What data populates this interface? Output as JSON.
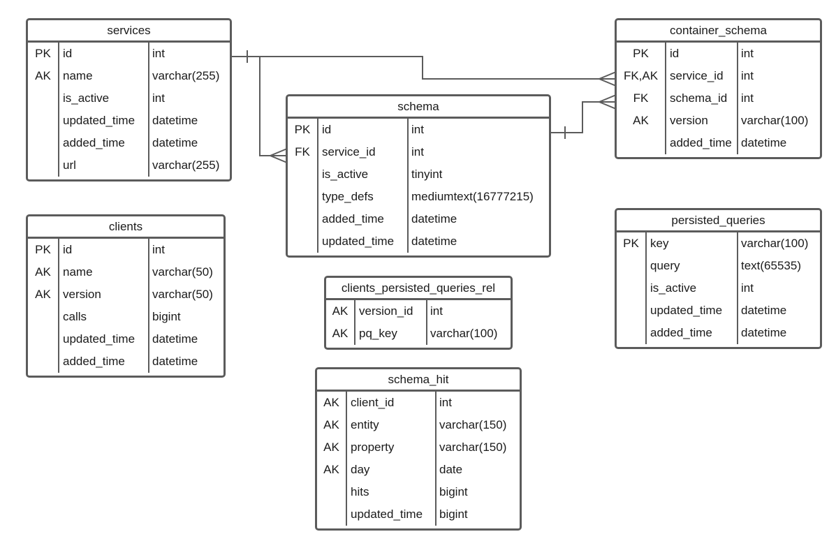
{
  "entities": [
    {
      "id": "services",
      "title": "services",
      "rows": [
        {
          "key": "PK",
          "name": "id",
          "type": "int"
        },
        {
          "key": "AK",
          "name": "name",
          "type": "varchar(255)"
        },
        {
          "key": "",
          "name": "is_active",
          "type": "int"
        },
        {
          "key": "",
          "name": "updated_time",
          "type": "datetime"
        },
        {
          "key": "",
          "name": "added_time",
          "type": "datetime"
        },
        {
          "key": "",
          "name": "url",
          "type": "varchar(255)"
        }
      ]
    },
    {
      "id": "container_schema",
      "title": "container_schema",
      "rows": [
        {
          "key": "PK",
          "name": "id",
          "type": "int"
        },
        {
          "key": "FK,AK",
          "name": "service_id",
          "type": "int"
        },
        {
          "key": "FK",
          "name": "schema_id",
          "type": "int"
        },
        {
          "key": "AK",
          "name": "version",
          "type": "varchar(100)"
        },
        {
          "key": "",
          "name": "added_time",
          "type": "datetime"
        }
      ]
    },
    {
      "id": "schema",
      "title": "schema",
      "rows": [
        {
          "key": "PK",
          "name": "id",
          "type": "int"
        },
        {
          "key": "FK",
          "name": "service_id",
          "type": "int"
        },
        {
          "key": "",
          "name": "is_active",
          "type": "tinyint"
        },
        {
          "key": "",
          "name": "type_defs",
          "type": "mediumtext(16777215)"
        },
        {
          "key": "",
          "name": "added_time",
          "type": "datetime"
        },
        {
          "key": "",
          "name": "updated_time",
          "type": "datetime"
        }
      ]
    },
    {
      "id": "clients",
      "title": "clients",
      "rows": [
        {
          "key": "PK",
          "name": "id",
          "type": "int"
        },
        {
          "key": "AK",
          "name": "name",
          "type": "varchar(50)"
        },
        {
          "key": "AK",
          "name": "version",
          "type": "varchar(50)"
        },
        {
          "key": "",
          "name": "calls",
          "type": "bigint"
        },
        {
          "key": "",
          "name": "updated_time",
          "type": "datetime"
        },
        {
          "key": "",
          "name": "added_time",
          "type": "datetime"
        }
      ]
    },
    {
      "id": "persisted_queries",
      "title": "persisted_queries",
      "rows": [
        {
          "key": "PK",
          "name": "key",
          "type": "varchar(100)"
        },
        {
          "key": "",
          "name": "query",
          "type": "text(65535)"
        },
        {
          "key": "",
          "name": "is_active",
          "type": "int"
        },
        {
          "key": "",
          "name": "updated_time",
          "type": "datetime"
        },
        {
          "key": "",
          "name": "added_time",
          "type": "datetime"
        }
      ]
    },
    {
      "id": "clients_persisted_queries_rel",
      "title": "clients_persisted_queries_rel",
      "rows": [
        {
          "key": "AK",
          "name": "version_id",
          "type": "int"
        },
        {
          "key": "AK",
          "name": "pq_key",
          "type": "varchar(100)"
        }
      ]
    },
    {
      "id": "schema_hit",
      "title": "schema_hit",
      "rows": [
        {
          "key": "AK",
          "name": "client_id",
          "type": "int"
        },
        {
          "key": "AK",
          "name": "entity",
          "type": "varchar(150)"
        },
        {
          "key": "AK",
          "name": "property",
          "type": "varchar(150)"
        },
        {
          "key": "AK",
          "name": "day",
          "type": "date"
        },
        {
          "key": "",
          "name": "hits",
          "type": "bigint"
        },
        {
          "key": "",
          "name": "updated_time",
          "type": "bigint"
        }
      ]
    }
  ],
  "relationships": [
    {
      "from": "services.id",
      "to": "container_schema.service_id",
      "from_end": "one",
      "to_end": "many"
    },
    {
      "from": "services.id",
      "to": "schema.service_id",
      "from_end": "one",
      "to_end": "many"
    },
    {
      "from": "schema.id",
      "to": "container_schema.schema_id",
      "from_end": "one",
      "to_end": "many"
    }
  ],
  "colors": {
    "border": "#5b5b5b",
    "line": "#5b5b5b",
    "text": "#1a1a1a",
    "background": "#ffffff"
  }
}
